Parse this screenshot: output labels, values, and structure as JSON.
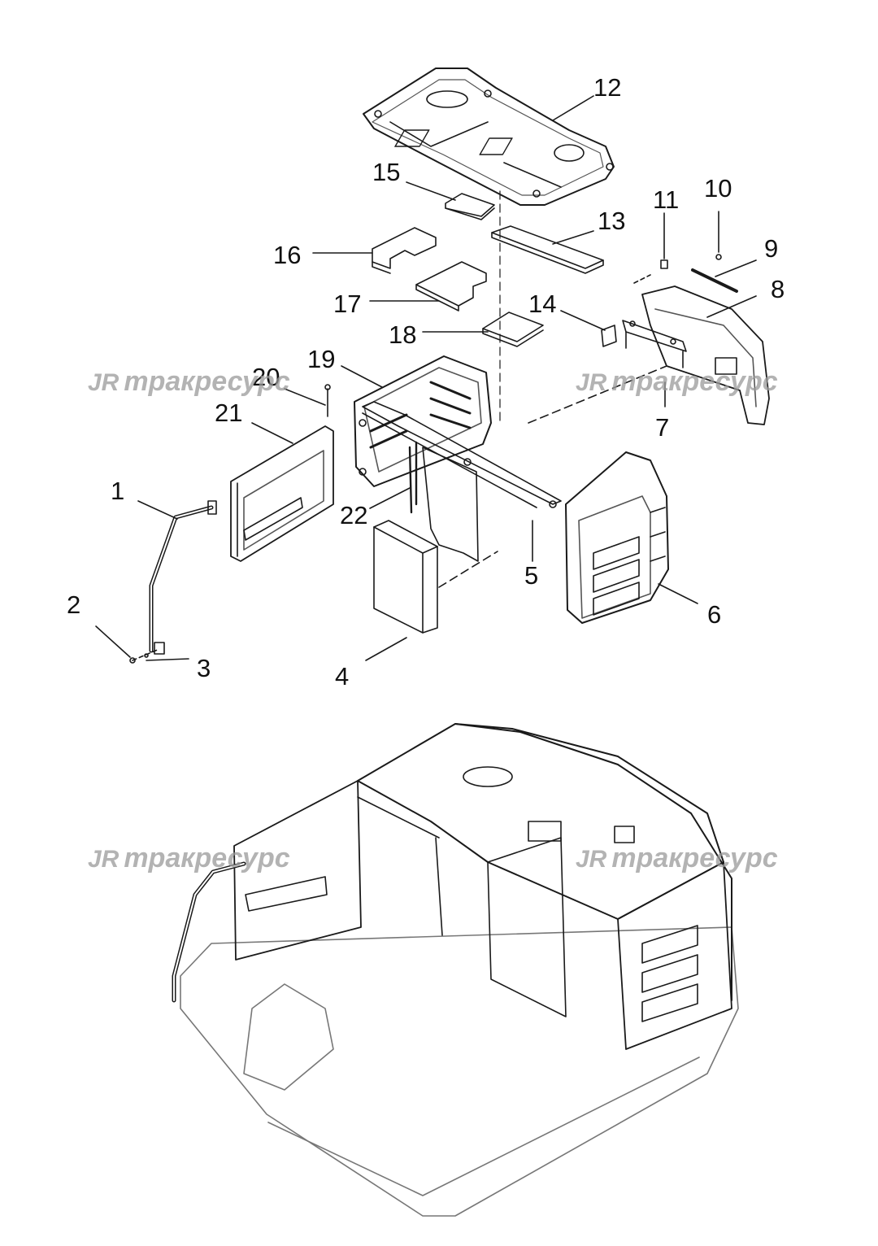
{
  "callouts": [
    "1",
    "2",
    "3",
    "4",
    "5",
    "6",
    "7",
    "8",
    "9",
    "10",
    "11",
    "12",
    "13",
    "14",
    "15",
    "16",
    "17",
    "18",
    "19",
    "20",
    "21",
    "22"
  ],
  "watermark": {
    "logo": "JR",
    "text": "тракресурс"
  },
  "colors": {
    "line": "#1a1a1a",
    "light": "#555555",
    "paper": "#ffffff",
    "watermark": "#9a9a9a"
  }
}
